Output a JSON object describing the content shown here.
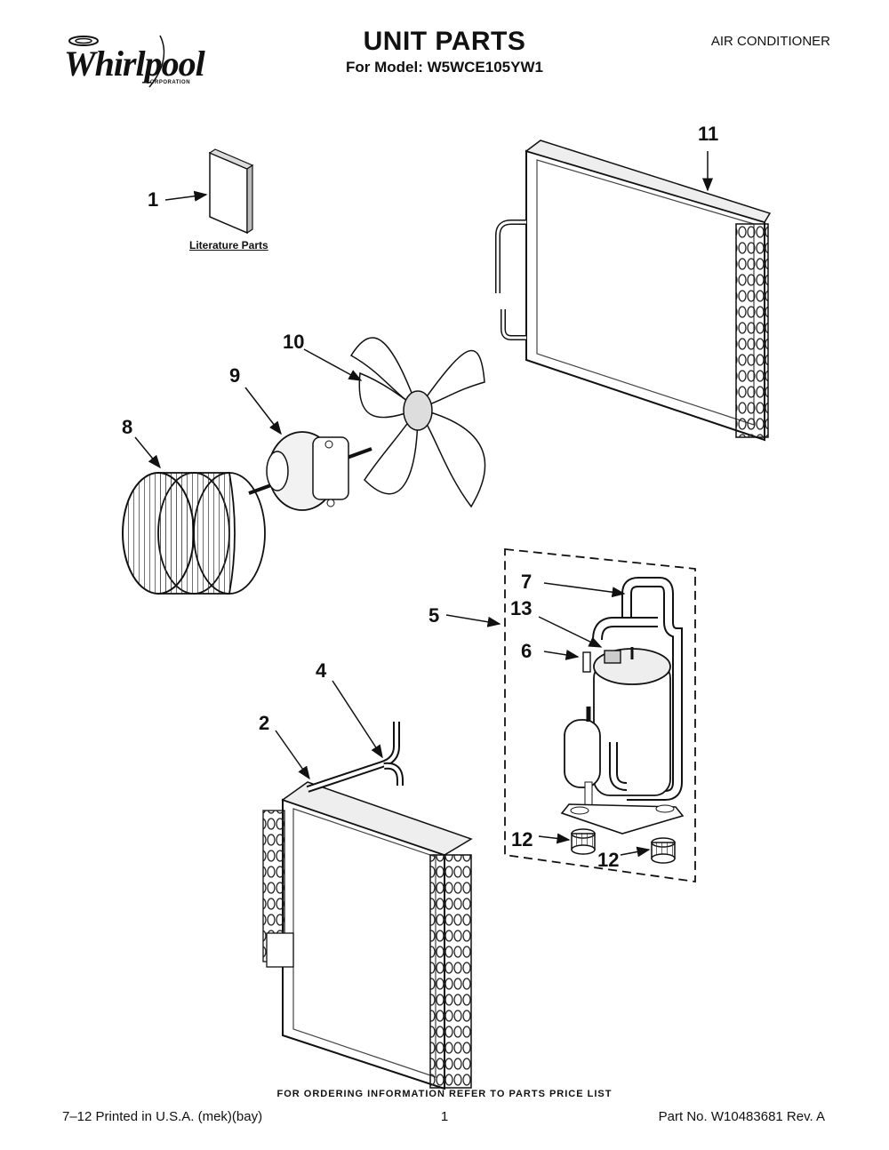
{
  "header": {
    "brand": "Whirlpool",
    "brand_sub": "CORPORATION",
    "title": "UNIT PARTS",
    "model_line": "For Model: W5WCE105YW1",
    "category": "AIR CONDITIONER"
  },
  "diagram": {
    "literature_label": "Literature Parts",
    "callouts": [
      "1",
      "2",
      "4",
      "5",
      "6",
      "7",
      "8",
      "9",
      "10",
      "11",
      "12",
      "12",
      "13"
    ]
  },
  "footer": {
    "note": "FOR ORDERING INFORMATION REFER TO PARTS PRICE LIST",
    "printed": "7–12 Printed in U.S.A. (mek)(bay)",
    "page": "1",
    "part_no": "Part No. W10483681 Rev. A"
  }
}
